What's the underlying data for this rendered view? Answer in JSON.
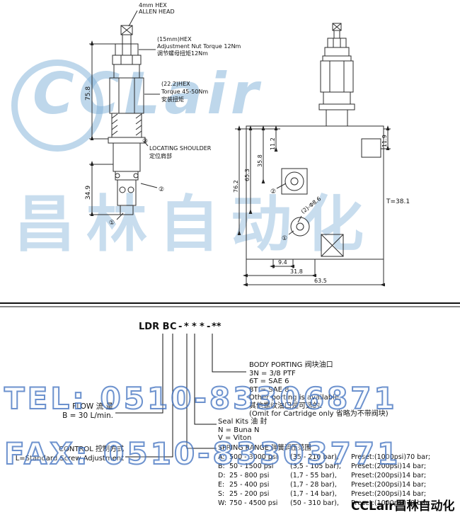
{
  "watermark": {
    "brand": "CCLair",
    "brand_cn": "昌林自动化",
    "tel": "TEL: 0510-83306871",
    "fax": "FAX: 0510-83303771",
    "footer": "CCLair昌林自动化",
    "accent_color": "#7dafd7"
  },
  "drawing": {
    "callouts": {
      "allen_1": "4mm HEX",
      "allen_2": "ALLEN HEAD",
      "adjust_hex": "(15mm)HEX",
      "adjust_torque_en": "Adjustment Nut Torque 12Nm",
      "adjust_torque_cn": "调节螺母扭矩12Nm",
      "body_hex": "(22.2)HEX",
      "body_torque_en": "Torque 45-50Nm",
      "body_torque_cn": "安装扭矩",
      "shoulder_num": "③",
      "shoulder_en": "LOCATING SHOULDER",
      "shoulder_cn": "定位肩部",
      "valve_port1": "①",
      "valve_port2": "②",
      "block_port1": "①",
      "block_port2": "②"
    },
    "dims": {
      "upper_height": "75.8",
      "lower_height": "34.9",
      "d11_2": "11.2",
      "d35_8": "35.8",
      "d65_3": "65.3",
      "d76_2": "76.2",
      "d11_9": "11.9",
      "holes": "(2)-Φ8.6",
      "thickness": "T=38.1",
      "d9_4": "9.4",
      "d31_8": "31.8",
      "d63_5": "63.5"
    }
  },
  "model_code": {
    "parts": [
      "LDR B",
      "C",
      "-",
      "*",
      "*",
      "*",
      "-",
      "**"
    ]
  },
  "legend": {
    "body_porting": {
      "title": "BODY PORTING 阀块油口",
      "items": [
        "3N = 3/8 PTF",
        "6T = SAE 6",
        "8T = SAE 8",
        "Other porting is available.",
        "其他螺纹油口是可选的.",
        "(Omit for Cartridge only 省略为不带阀块)"
      ]
    },
    "seal_kits": {
      "title": "Seal Kits 油  封",
      "items": [
        "N = Buna N",
        "V = Viton"
      ]
    },
    "spring_range": {
      "title": "SPRING RANGE  弹簧调压范围",
      "rows": [
        {
          "code": "A:",
          "psi": "500 - 3000 psi",
          "bar": "(35 - 210 bar),",
          "preset": "Preset:(1000psi)70 bar;"
        },
        {
          "code": "B:",
          "psi": "50 - 1500 psi",
          "bar": "(3,5 - 105 bar),",
          "preset": "Preset:(200psi)14 bar;"
        },
        {
          "code": "D:",
          "psi": "25 - 800 psi",
          "bar": "(1,7 - 55 bar),",
          "preset": "Preset:(200psi)14 bar;"
        },
        {
          "code": "E:",
          "psi": "25 - 400 psi",
          "bar": "(1,7 - 28 bar),",
          "preset": "Preset:(200psi)14 bar;"
        },
        {
          "code": "S:",
          "psi": "25 - 200 psi",
          "bar": "(1,7 - 14 bar),",
          "preset": "Preset:(200psi)14 bar;"
        },
        {
          "code": "W:",
          "psi": "750 - 4500 psi",
          "bar": "(50 - 310 bar),",
          "preset": "Preset:(1000psi)70 bar;"
        }
      ]
    },
    "flow": {
      "title": "FLOW 流 量",
      "value": "B = 30 L/min."
    },
    "control": {
      "title": "CONTROL 控制方式",
      "value": "L=Standard Screw Adjustment"
    }
  }
}
